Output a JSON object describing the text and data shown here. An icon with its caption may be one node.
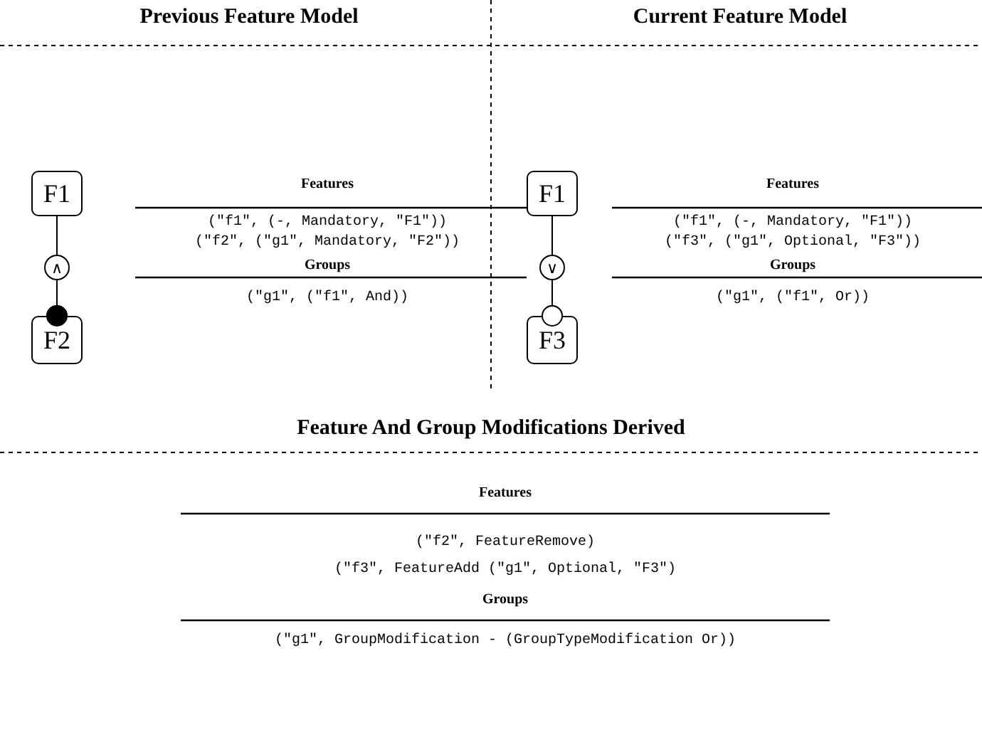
{
  "diagram": {
    "nodes": [
      {
        "text": [
          "F1"
        ]
      },
      {
        "text": [
          "∧"
        ]
      },
      {
        "text": [
          "F2"
        ]
      },
      {
        "text": [
          "F1"
        ]
      },
      {
        "text": [
          "∨"
        ]
      },
      {
        "text": [
          "F3"
        ]
      }
    ],
    "edges": [
      {
        "from": 0,
        "to": 1,
        "arrow": "none"
      },
      {
        "from": 1,
        "to": 2,
        "arrow": "other"
      },
      {
        "from": 3,
        "to": 4,
        "arrow": "none"
      },
      {
        "from": 4,
        "to": 5,
        "arrow": "other"
      }
    ],
    "labels": [
      "Previous Feature Model",
      "Current Feature Model",
      "Features",
      "(\"f1\", (-, Mandatory, \"F1\"))",
      "(\"f2\", (\"g1\", Mandatory, \"F2\"))",
      "Groups",
      "(\"g1\", (\"f1\", And))",
      "Features",
      "(\"f1\", (-, Mandatory, \"F1\"))",
      "(\"f3\", (\"g1\", Optional, \"F3\"))",
      "Groups",
      "(\"g1\", (\"f1\", Or))",
      "Feature And Group Modifications Derived",
      "Features",
      "(\"f2\", FeatureRemove)",
      "(\"f3\", FeatureAdd (\"g1\", Optional, \"F3\")",
      "Groups",
      "(\"g1\", GroupModification - (GroupTypeModification Or))"
    ]
  }
}
